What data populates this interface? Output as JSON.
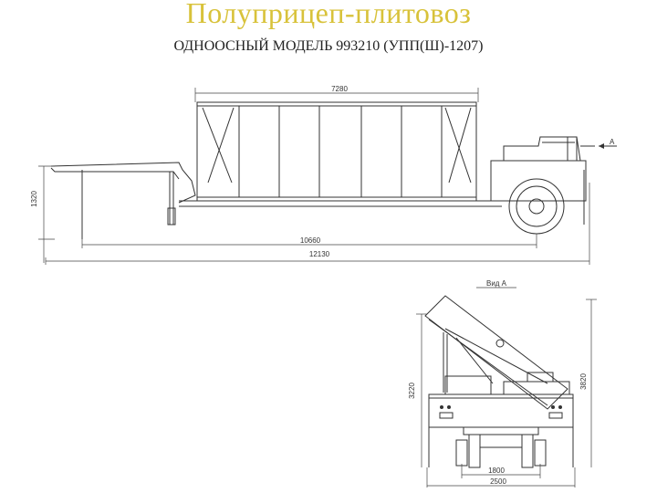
{
  "title": "Полуприцеп-плитовоз",
  "subtitle": "ОДНООСНЫЙ МОДЕЛЬ 993210 (УПП(Ш)-1207)",
  "side_view": {
    "dim_body_length": "7280",
    "dim_height": "1320",
    "dim_wheelbase": "10660",
    "dim_total_length": "12130",
    "arrow_label": "А"
  },
  "rear_view": {
    "label": "Вид А",
    "dim_height_low": "3220",
    "dim_height_high": "3820",
    "dim_track": "1800",
    "dim_width": "2500"
  }
}
